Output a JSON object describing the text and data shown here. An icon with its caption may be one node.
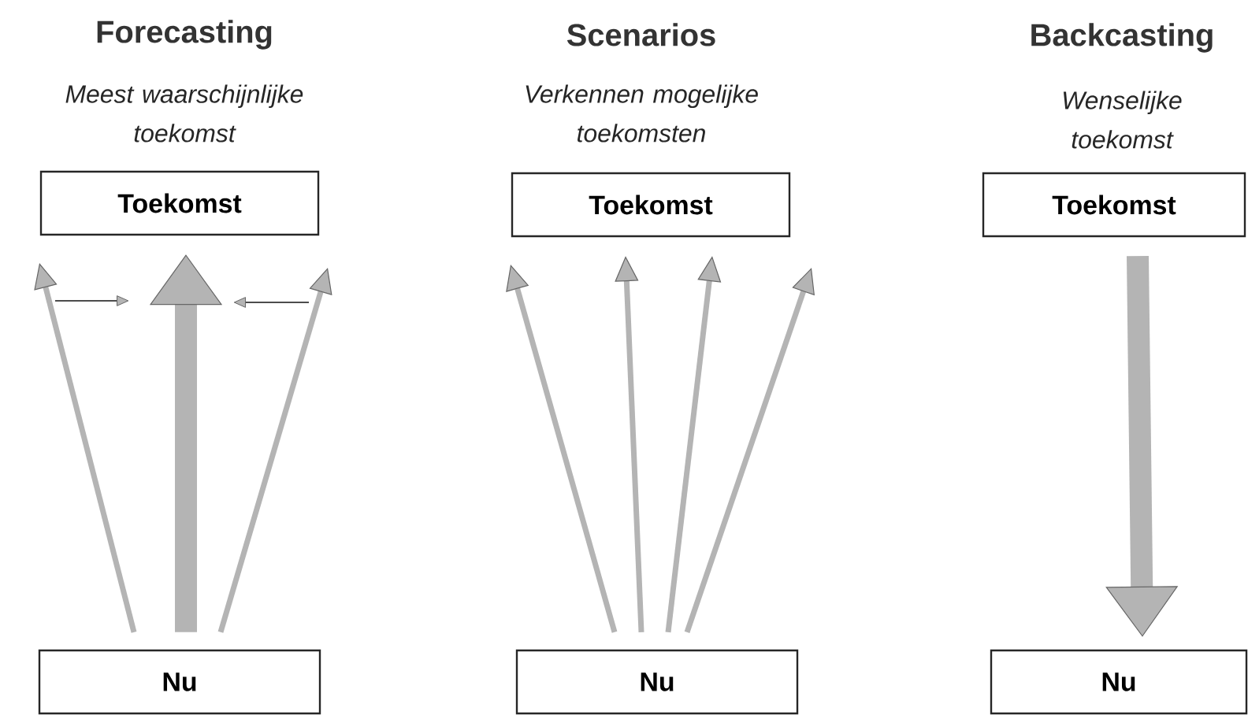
{
  "diagram": {
    "nodes": [
      {
        "text": [
          "Toekomst"
        ]
      },
      {
        "text": [
          "Nu"
        ]
      },
      {
        "text": [
          "Toekomst"
        ]
      },
      {
        "text": [
          "Nu"
        ]
      },
      {
        "text": [
          "Toekomst"
        ]
      },
      {
        "text": [
          "Nu"
        ]
      }
    ],
    "edges": [
      {
        "from": 1,
        "to": 0,
        "arrow": "to",
        "style": "thick"
      },
      {
        "from": 1,
        "to": null,
        "arrow": "to"
      },
      {
        "from": 1,
        "to": null,
        "arrow": "to"
      },
      {
        "from": 3,
        "to": null,
        "arrow": "to"
      },
      {
        "from": 3,
        "to": 2,
        "arrow": "to"
      },
      {
        "from": 3,
        "to": 2,
        "arrow": "to"
      },
      {
        "from": 3,
        "to": null,
        "arrow": "to"
      },
      {
        "from": 4,
        "to": 5,
        "arrow": "to",
        "style": "thick"
      }
    ],
    "labels": [
      "Forecasting",
      "Scenarios",
      "Backcasting",
      "Meest waarschijnlijke toekomst",
      "Verkennen mogelijke toekomsten",
      "Wenselijke toekomst"
    ]
  }
}
